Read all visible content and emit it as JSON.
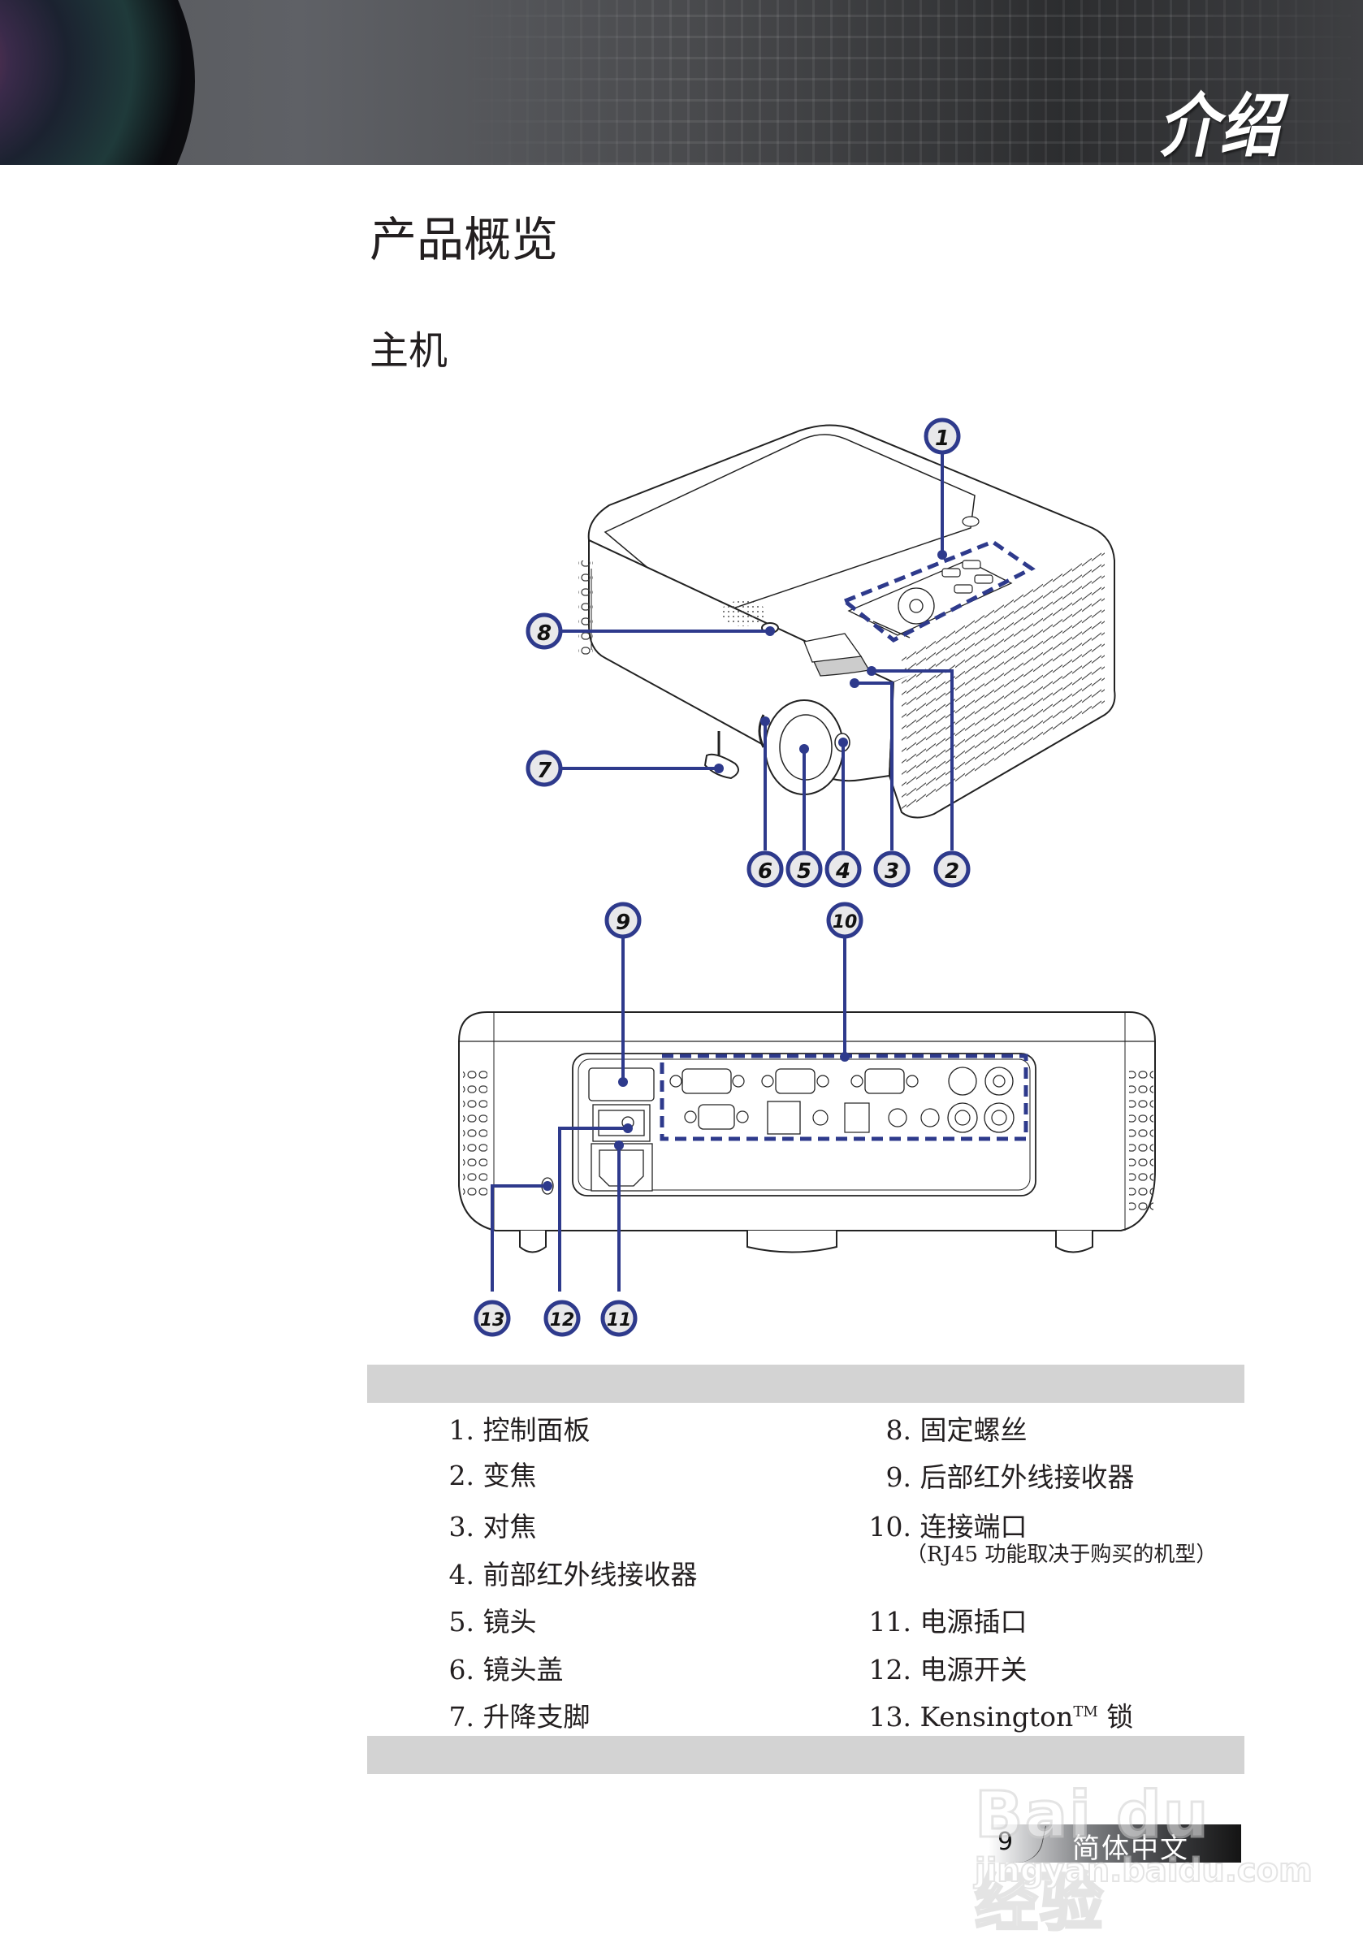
{
  "header": {
    "chapter_title": "介绍"
  },
  "page": {
    "title": "产品概览",
    "subtitle": "主机"
  },
  "callout_color": "#2e3a8c",
  "callouts": {
    "c1": "1",
    "c2": "2",
    "c3": "3",
    "c4": "4",
    "c5": "5",
    "c6": "6",
    "c7": "7",
    "c8": "8",
    "c9": "9",
    "c10": "10",
    "c11": "11",
    "c12": "12",
    "c13": "13"
  },
  "legend": {
    "left": [
      {
        "num": "1.",
        "label": "控制面板"
      },
      {
        "num": "2.",
        "label": "变焦"
      },
      {
        "num": "3.",
        "label": "对焦"
      },
      {
        "num": "4.",
        "label": "前部红外线接收器"
      },
      {
        "num": "5.",
        "label": "镜头"
      },
      {
        "num": "6.",
        "label": "镜头盖"
      },
      {
        "num": "7.",
        "label": "升降支脚"
      }
    ],
    "right": [
      {
        "num": "8.",
        "label": "固定螺丝"
      },
      {
        "num": "9.",
        "label": "后部红外线接收器"
      },
      {
        "num": "10.",
        "label": "连接端口"
      },
      {
        "num": "11.",
        "label": "电源插口"
      },
      {
        "num": "12.",
        "label": "电源开关"
      },
      {
        "num": "13.",
        "label": "Kensington",
        "tm": "TM",
        "suffix": " 锁"
      }
    ],
    "note": "（RJ45 功能取决于购买的机型）"
  },
  "footer": {
    "page_number": "9",
    "language": "简体中文"
  },
  "watermark": {
    "logo": "Bai du 经验",
    "url": "jingyan.baidu.com"
  }
}
